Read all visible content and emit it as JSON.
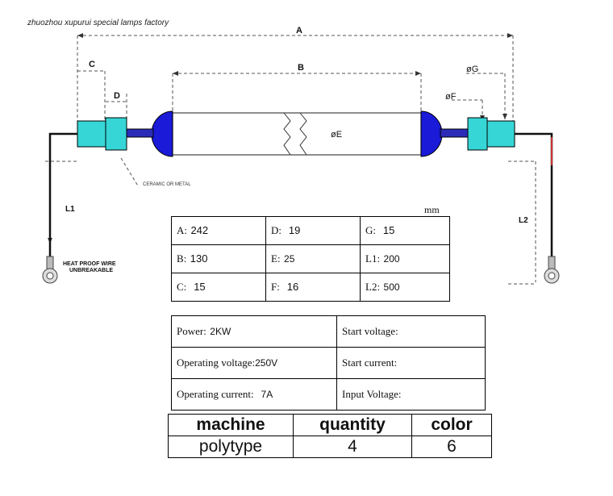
{
  "header": {
    "factory": "zhuozhou xupurui special lamps factory"
  },
  "diagram": {
    "labels": {
      "A": "A",
      "B": "B",
      "C": "C",
      "D": "D",
      "E": "øE",
      "F": "øF",
      "G": "øG",
      "L1": "L1",
      "L2": "L2"
    },
    "ceramic_note": "CERAMIC OR METAL",
    "wire_note_1": "HEAT PROOF WIRE",
    "wire_note_2": "UNBREAKABLE",
    "unit": "mm"
  },
  "dimensions": [
    [
      {
        "k": "A:",
        "v": "242"
      },
      {
        "k": "D:",
        "v": "19"
      },
      {
        "k": "G:",
        "v": "15"
      }
    ],
    [
      {
        "k": "B:",
        "v": "130"
      },
      {
        "k": "E:",
        "v": "25"
      },
      {
        "k": "L1:",
        "v": "200"
      }
    ],
    [
      {
        "k": "C:",
        "v": "15"
      },
      {
        "k": "F:",
        "v": "16"
      },
      {
        "k": "L2:",
        "v": "500"
      }
    ]
  ],
  "electrical": [
    [
      {
        "k": "Power:",
        "v": "2KW"
      },
      {
        "k": "Start voltage:",
        "v": ""
      }
    ],
    [
      {
        "k": "Operating voltage:",
        "v": "250V"
      },
      {
        "k": "Start current:",
        "v": ""
      }
    ],
    [
      {
        "k": "Operating current:",
        "v": "7A"
      },
      {
        "k": "Input Voltage:",
        "v": ""
      }
    ]
  ],
  "order": {
    "headers": [
      "machine",
      "quantity",
      "color"
    ],
    "values": [
      "polytype",
      "4",
      "6"
    ]
  },
  "colors": {
    "cap_blue": "#1a1ad8",
    "connector_cyan": "#36d6d6",
    "dash": "#555555"
  }
}
